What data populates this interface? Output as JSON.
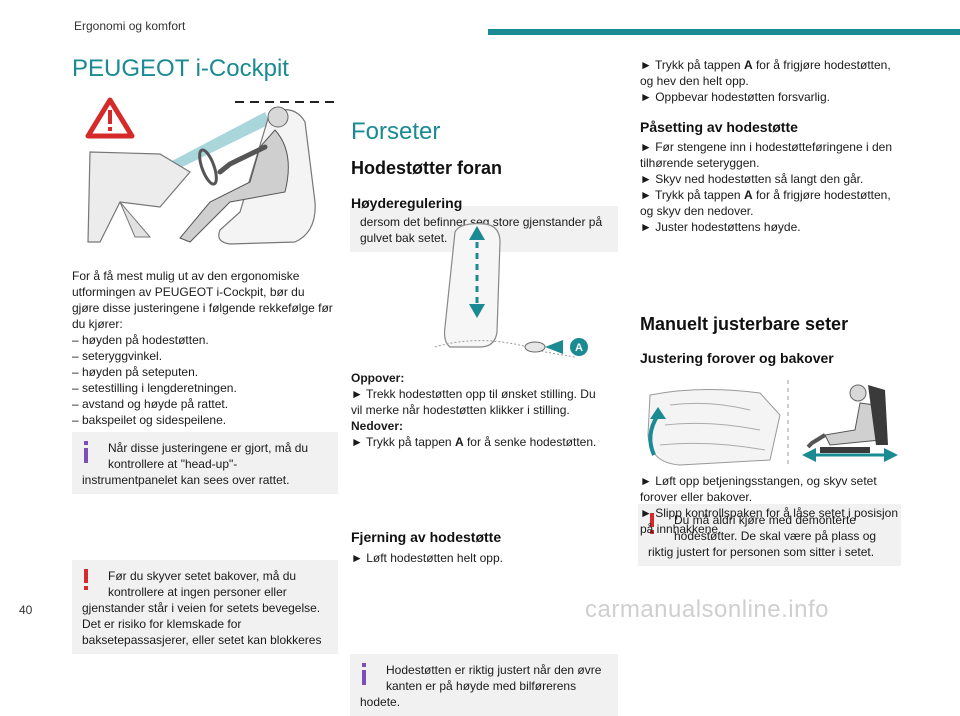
{
  "header": {
    "section": "Ergonomi og komfort",
    "accent_color": "#1a8a93"
  },
  "page_number": "40",
  "watermark": "carmanualsonline.info",
  "col1": {
    "title": "PEUGEOT i-Cockpit",
    "intro": [
      "For å få mest mulig ut av den ergonomiske",
      "utformingen av PEUGEOT i-Cockpit, bør du",
      "gjøre disse justeringene i følgende rekkefølge før",
      "du kjører:"
    ],
    "list": [
      "–  høyden på hodestøtten.",
      "–  seteryggvinkel.",
      "–  høyden på seteputen.",
      "–  setestilling i lengderetningen.",
      "–  avstand og høyde på rattet.",
      "–  bakspeilet og sidespeilene."
    ],
    "info_box": [
      "Når disse justeringene er gjort, må du",
      "kontrollere at \"head-up\"-",
      "instrumentpanelet kan sees over rattet."
    ],
    "warning_box": [
      "Før du skyver setet bakover, må du",
      "kontrollere at ingen personer eller",
      "gjenstander står i veien for setets bevegelse.",
      "Det er risiko for klemskade for",
      "baksetepassasjerer, eller setet kan blokkeres"
    ]
  },
  "col2": {
    "continued_box": [
      "dersom det befinner seg store gjenstander på",
      "gulvet bak setet."
    ],
    "section_title": "Forseter",
    "h2": "Hodestøtter foran",
    "h3_height": "Høyderegulering",
    "label_a": "A",
    "up_label": "Oppover:",
    "up_text": [
      "►  Trekk hodestøtten opp til ønsket stilling. Du",
      "vil merke når hodestøtten klikker i stilling."
    ],
    "down_label": "Nedover:",
    "down_pre": "►  Trykk på tappen ",
    "down_bold": "A",
    "down_post": " for å senke hodestøtten.",
    "info_box": [
      "Hodestøtten er riktig justert når den øvre",
      "kanten er på høyde med bilførerens",
      "hodete."
    ],
    "h3_removal": "Fjerning av hodestøtte",
    "removal_text": "►  Løft hodestøtten helt opp."
  },
  "col3": {
    "l1_pre": "►  Trykk på tappen ",
    "l1_bold": "A",
    "l1_post": " for å frigjøre hodestøtten,",
    "l2": "og hev den helt opp.",
    "l3": "►  Oppbevar hodestøtten forsvarlig.",
    "h3_fitting": "Påsetting av hodestøtte",
    "fit1": "►  Før stengene inn i hodestøtteføringene i den",
    "fit2": "tilhørende seteryggen.",
    "fit3": "►  Skyv ned hodestøtten så langt den går.",
    "fit4_pre": "►  Trykk på tappen ",
    "fit4_bold": "A",
    "fit4_post": " for å frigjøre hodestøtten,",
    "fit5": "og skyv den nedover.",
    "fit6": "►  Juster hodestøttens høyde.",
    "warning_box": [
      "Du må aldri kjøre med demonterte",
      "hodestøtter. De skal være på plass og",
      "riktig justert for personen som sitter i setet."
    ],
    "h2_manual": "Manuelt justerbare seter",
    "h3_adjust": "Justering forover og bakover",
    "adj1": "►  Løft opp betjeningsstangen, og skyv setet",
    "adj2": "forover eller bakover.",
    "adj3": "►  Slipp kontrollspaken for å låse setet i posisjon",
    "adj4": "på innhakkene."
  }
}
